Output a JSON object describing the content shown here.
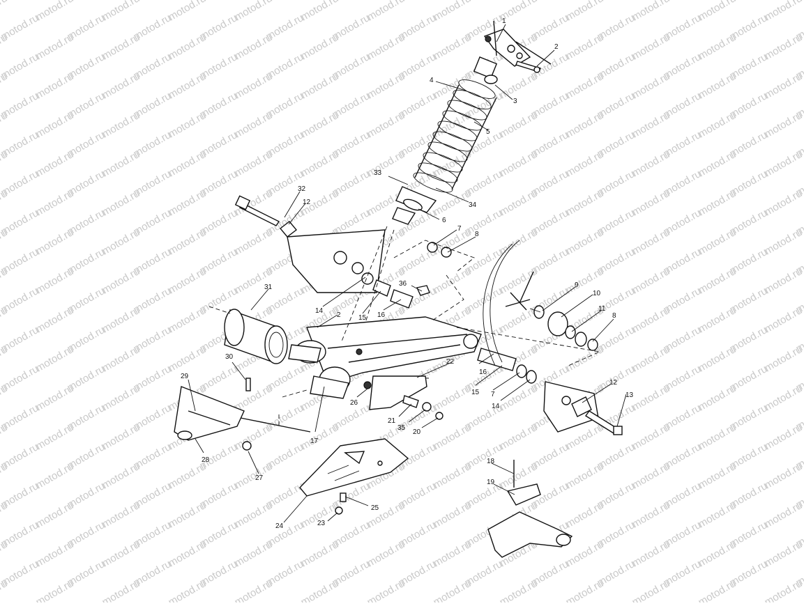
{
  "watermark": "motod.ru",
  "callouts": {
    "c1": "1",
    "c2a": "2",
    "c2b": "2",
    "c3": "3",
    "c4": "4",
    "c5": "5",
    "c6": "6",
    "c7a": "7",
    "c7b": "7",
    "c8a": "8",
    "c8b": "8",
    "c9": "9",
    "c10": "10",
    "c11": "11",
    "c12a": "12",
    "c12b": "12",
    "c13": "13",
    "c14a": "14",
    "c14b": "14",
    "c15a": "15",
    "c15b": "15",
    "c16a": "16",
    "c16b": "16",
    "c17": "17",
    "c18": "18",
    "c19": "19",
    "c20": "20",
    "c21": "21",
    "c22": "22",
    "c23": "23",
    "c24": "24",
    "c25": "25",
    "c26": "26",
    "c27": "27",
    "c28": "28",
    "c29": "29",
    "c30": "30",
    "c31": "31",
    "c32": "32",
    "c33": "33",
    "c34": "34",
    "c35": "35",
    "c36": "36"
  }
}
